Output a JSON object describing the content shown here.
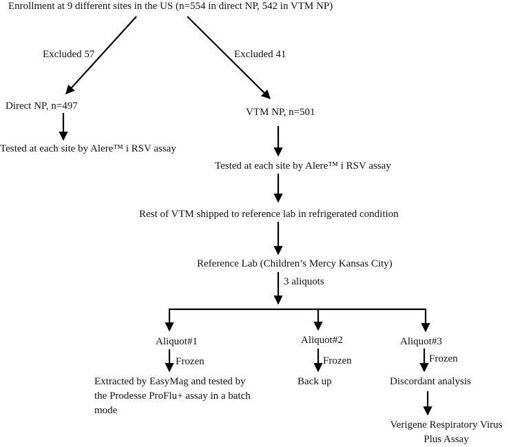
{
  "enrollment": "Enrollment at 9 different sites in the US (n=554 in direct NP, 542 in VTM NP)",
  "excluded_left": "Excluded 57",
  "excluded_right": "Excluded 41",
  "direct_np": "Direct NP, n=497",
  "vtm_np": "VTM NP, n=501",
  "tested_direct": "Tested at each site by Alere™ i RSV assay",
  "tested_vtm": "Tested at each site by Alere™ i RSV assay",
  "rest_vtm": "Rest of VTM shipped to reference lab in refrigerated condition",
  "reference_lab": "Reference Lab (Children’s Mercy Kansas City)",
  "aliquots": "3 aliquots",
  "aliquot1": "Aliquot#1",
  "aliquot2": "Aliquot#2",
  "aliquot3": "Aliquot#3",
  "frozen1": "Frozen",
  "frozen2": "Frozen",
  "frozen3": "Frozen",
  "extracted": "Extracted by EasyMag and tested by the Prodesse ProFlu+ assay in a batch mode",
  "backup": "Back up",
  "discordant": "Discordant analysis",
  "verigene": "Verigene Respiratory Virus Plus Assay"
}
